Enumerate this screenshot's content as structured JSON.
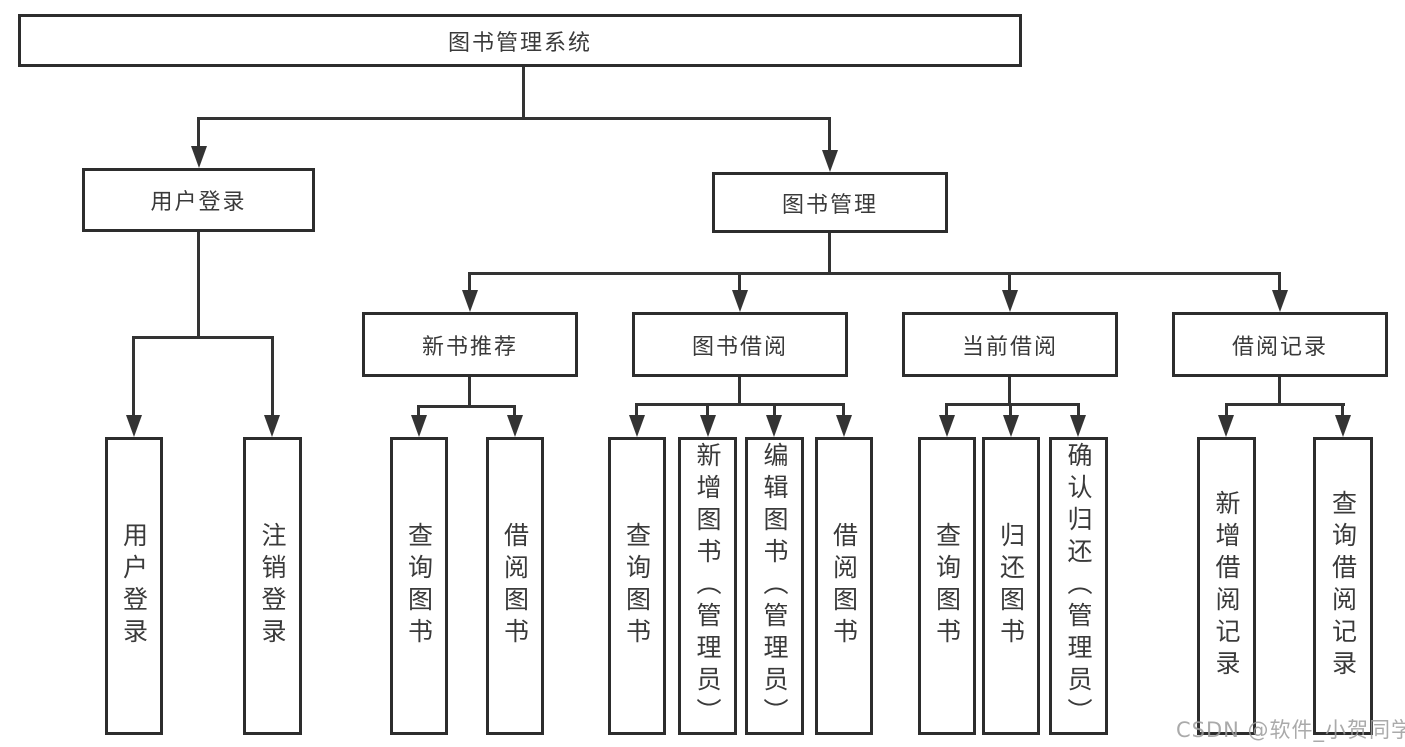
{
  "colors": {
    "line": "#333333",
    "box_border": "#2d2d2d",
    "text": "#3a3a3a",
    "background": "#ffffff",
    "watermark_text": "#9c9c9c"
  },
  "watermark": "CSDN @软件_小贺同学",
  "tree": {
    "root": {
      "label": "图书管理系统"
    },
    "branches": [
      {
        "label": "用户登录",
        "children": [
          {
            "label": "用户登录"
          },
          {
            "label": "注销登录"
          }
        ]
      },
      {
        "label": "图书管理",
        "children": [
          {
            "label": "新书推荐",
            "children": [
              {
                "label": "查询图书"
              },
              {
                "label": "借阅图书"
              }
            ]
          },
          {
            "label": "图书借阅",
            "children": [
              {
                "label": "查询图书"
              },
              {
                "label": "新增图书（管理员）"
              },
              {
                "label": "编辑图书（管理员）"
              },
              {
                "label": "借阅图书"
              }
            ]
          },
          {
            "label": "当前借阅",
            "children": [
              {
                "label": "查询图书"
              },
              {
                "label": "归还图书"
              },
              {
                "label": "确认归还（管理员）"
              }
            ]
          },
          {
            "label": "借阅记录",
            "children": [
              {
                "label": "新增借阅记录"
              },
              {
                "label": "查询借阅记录"
              }
            ]
          }
        ]
      }
    ]
  }
}
